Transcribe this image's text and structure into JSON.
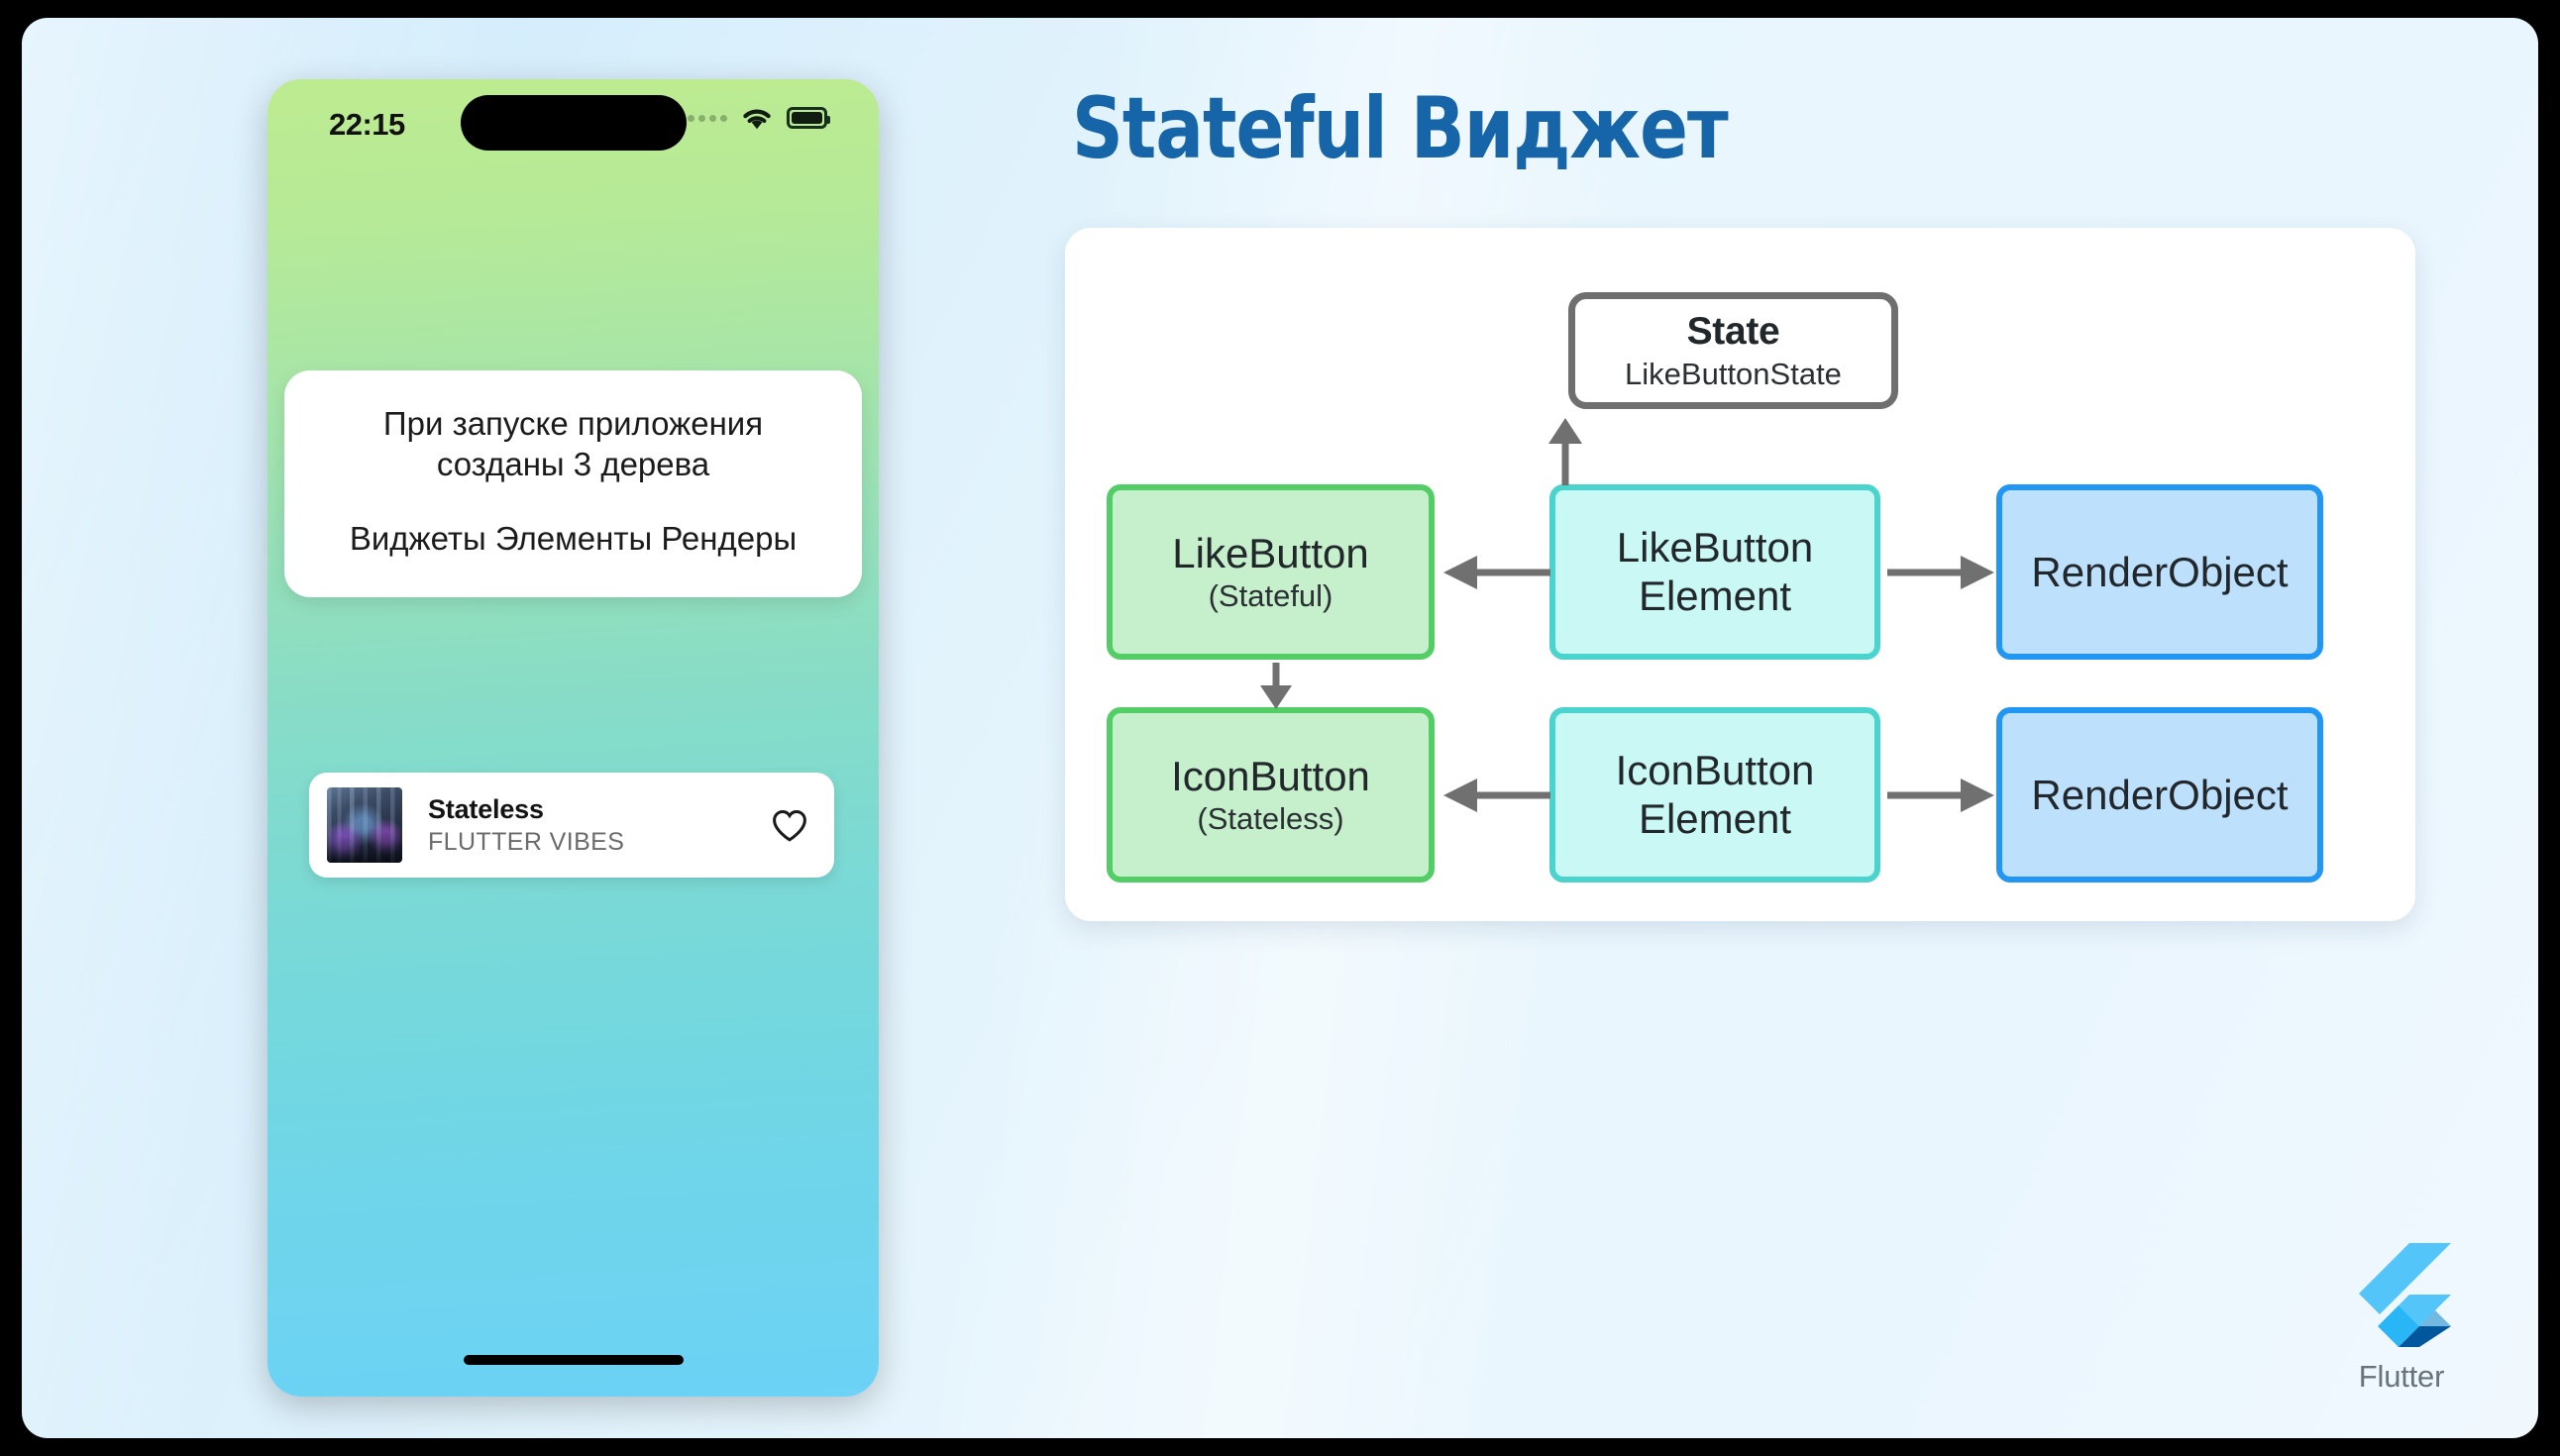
{
  "slide": {
    "title": "Stateful Виджет",
    "background_color": "#e3f3fd",
    "frame_color": "#000000"
  },
  "phone": {
    "status_bar": {
      "time": "22:15",
      "signal_icon": "signal-dots-icon",
      "wifi_icon": "wifi-icon",
      "battery_icon": "battery-icon"
    },
    "gradient": [
      "#bdeb91",
      "#86dcc8",
      "#6cd2f6"
    ],
    "info_card": {
      "line1": "При запуске приложения",
      "line2": "созданы 3 дерева",
      "line3": "Виджеты Элементы Рендеры"
    },
    "track_card": {
      "album_art": "album-art-image",
      "title": "Stateless",
      "subtitle": "FLUTTER VIBES",
      "like_icon": "heart-outline-icon"
    },
    "home_indicator": "home-indicator"
  },
  "diagram": {
    "panel_color": "#ffffff",
    "nodes": [
      {
        "id": "state",
        "title": "State",
        "sub": "LikeButtonState",
        "fill": "#ffffff",
        "border": "#6f6f6f"
      },
      {
        "id": "likebutton",
        "title": "LikeButton",
        "sub": "(Stateful)",
        "fill": "#c6f0cb",
        "border": "#53ce66"
      },
      {
        "id": "lb-element",
        "title": "LikeButton",
        "sub": "Element",
        "fill": "#caf8f4",
        "border": "#4ad4cd"
      },
      {
        "id": "render-1",
        "title": "RenderObject",
        "sub": "",
        "fill": "#bde0fd",
        "border": "#2196f3"
      },
      {
        "id": "iconbutton",
        "title": "IconButton",
        "sub": "(Stateless)",
        "fill": "#c6f0cb",
        "border": "#53ce66"
      },
      {
        "id": "ib-element",
        "title": "IconButton",
        "sub": "Element",
        "fill": "#caf8f4",
        "border": "#4ad4cd"
      },
      {
        "id": "render-2",
        "title": "RenderObject",
        "sub": "",
        "fill": "#bde0fd",
        "border": "#2196f3"
      }
    ],
    "arrow_color": "#707070",
    "arrows": [
      {
        "from": "lb-element",
        "to": "state",
        "direction": "up"
      },
      {
        "from": "lb-element",
        "to": "likebutton",
        "direction": "left"
      },
      {
        "from": "lb-element",
        "to": "render-1",
        "direction": "right"
      },
      {
        "from": "likebutton",
        "to": "iconbutton",
        "direction": "down"
      },
      {
        "from": "ib-element",
        "to": "iconbutton",
        "direction": "left"
      },
      {
        "from": "ib-element",
        "to": "render-2",
        "direction": "right"
      }
    ]
  },
  "branding": {
    "logo_icon": "flutter-logo-icon",
    "label": "Flutter"
  }
}
